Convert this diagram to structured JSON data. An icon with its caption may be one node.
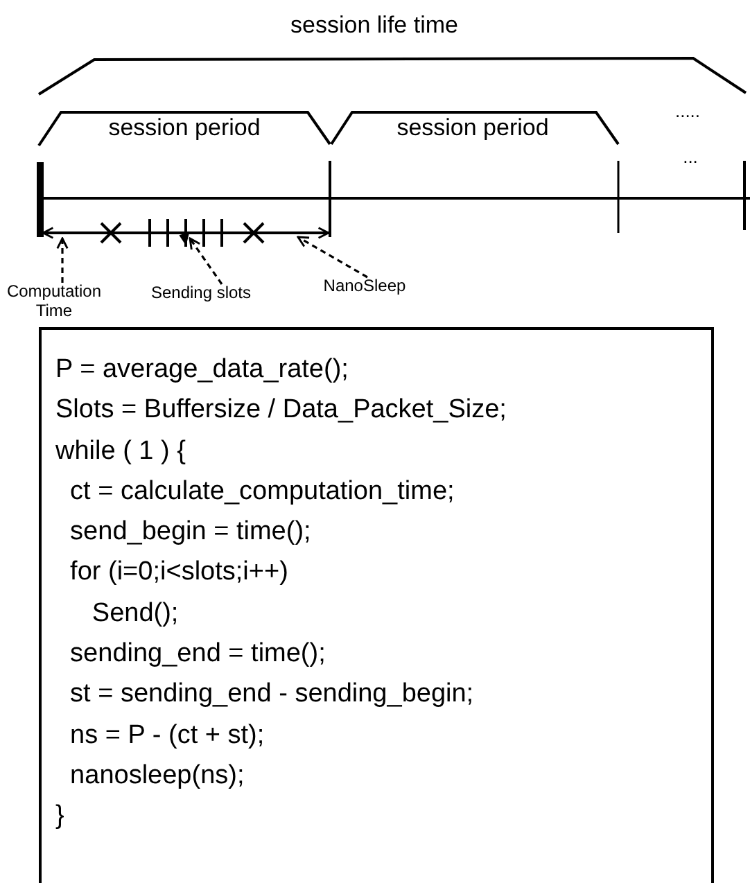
{
  "diagram": {
    "nodes": [
      {
        "text": [
          "Computation Time"
        ]
      },
      {
        "text": [
          "Sending slots"
        ]
      },
      {
        "text": [
          "NanoSleep"
        ]
      },
      {
        "text": [
          "P = average_data_rate();",
          "Slots = Buffersize / Data_Packet_Size;",
          "while ( 1 ) {",
          "  ct = calculate_computation_time;",
          "  send_begin = time();",
          "  for (i=0;i<slots;i++)",
          "     Send();",
          "  sending_end = time();",
          "  st = sending_end - sending_begin;",
          "  ns = P - (ct + st);",
          "  nanosleep(ns);",
          "}"
        ]
      }
    ],
    "edges": [
      {
        "from": 0,
        "to": null,
        "arrow": "to",
        "style": "dashed"
      },
      {
        "from": 1,
        "to": null,
        "arrow": "to",
        "style": "dashed"
      },
      {
        "from": 2,
        "to": null,
        "arrow": "to",
        "style": "dashed"
      }
    ],
    "labels": [
      "session life time",
      "session period",
      "session period",
      ".....",
      "..."
    ]
  }
}
